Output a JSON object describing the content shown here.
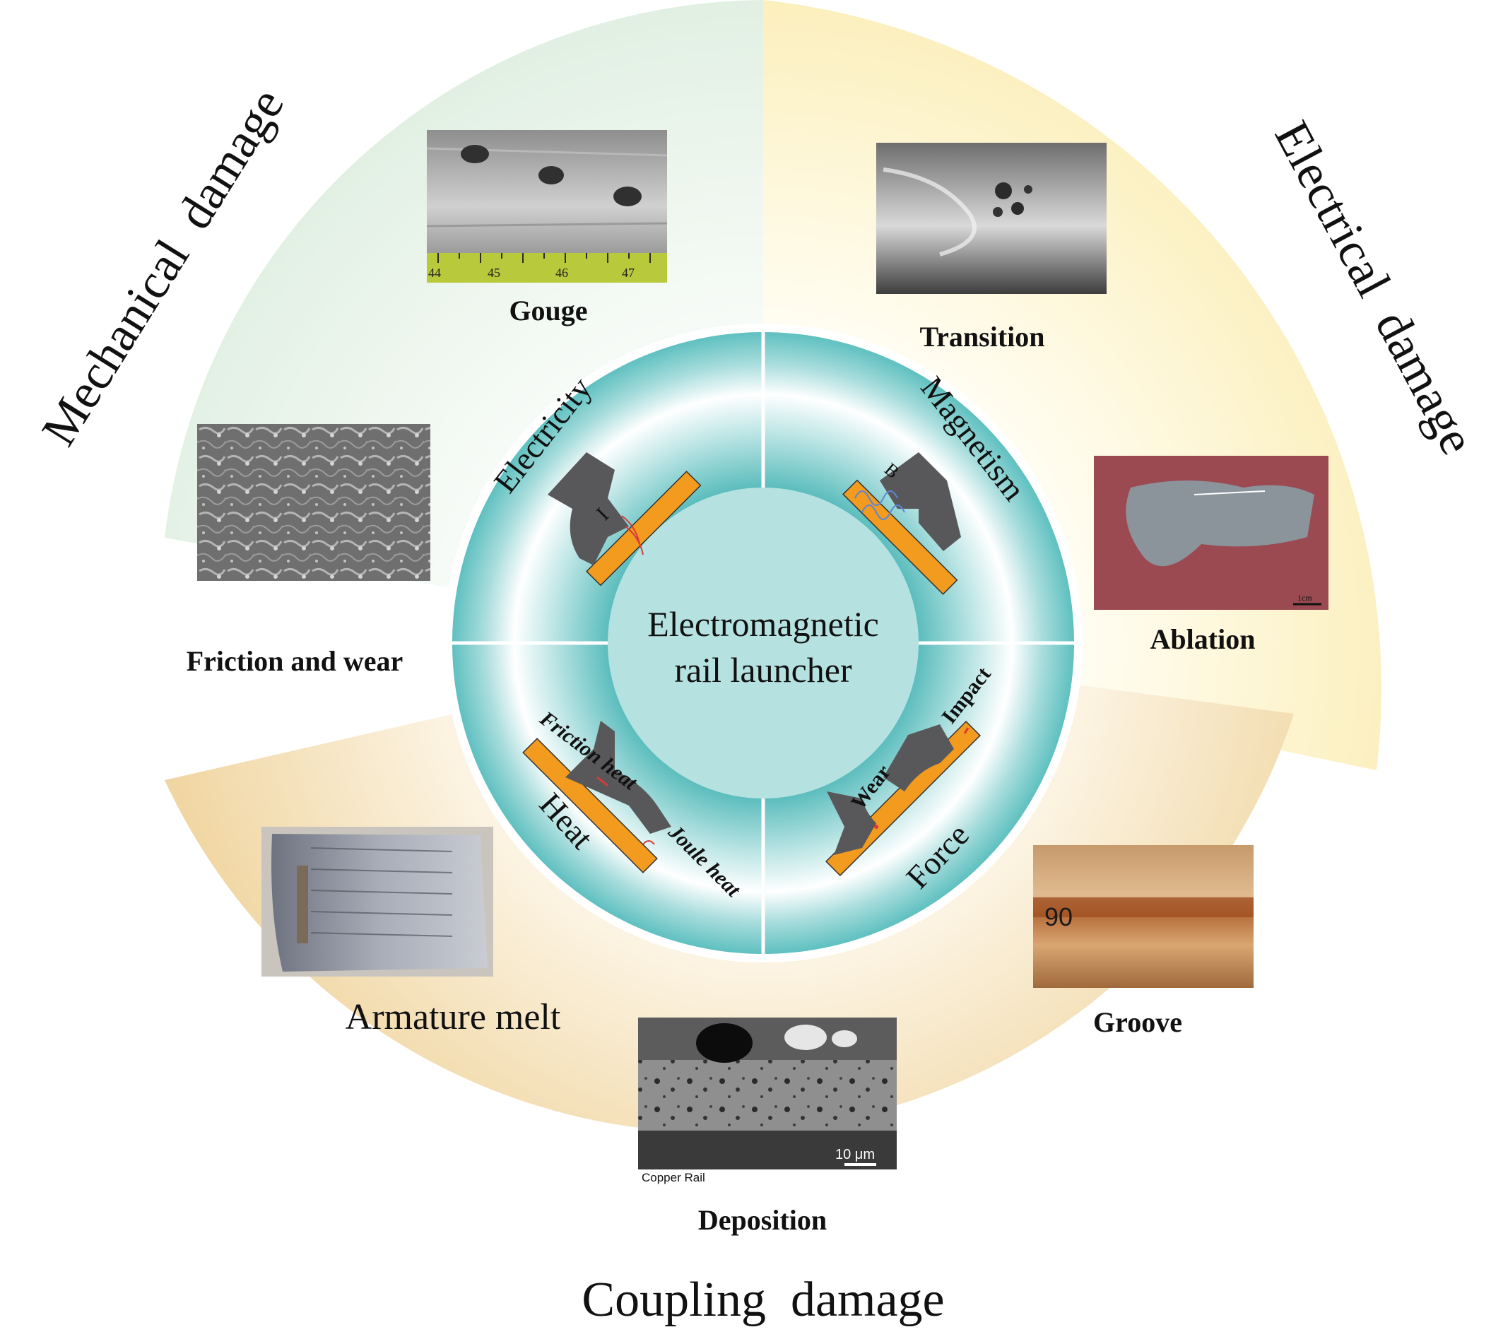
{
  "center": {
    "line1": "Electromagnetic",
    "line2": "rail launcher"
  },
  "quadrants": {
    "electricity": {
      "label": "Electricity",
      "symbol": "I"
    },
    "magnetism": {
      "label": "Magnetism",
      "symbol": "B"
    },
    "heat": {
      "label": "Heat",
      "friction": "Friction heat",
      "joule": "Joule heat"
    },
    "force": {
      "label": "Force",
      "wear": "Wear",
      "impact": "Impact"
    }
  },
  "sectors": {
    "mechanical": {
      "title": "Mechanical  damage",
      "items": [
        {
          "caption": "Gouge",
          "ruler": [
            "44",
            "45",
            "46",
            "47"
          ]
        },
        {
          "caption": "Friction and wear"
        }
      ]
    },
    "electrical": {
      "title": "Electrical  damage",
      "items": [
        {
          "caption": "Transition"
        },
        {
          "caption": "Ablation",
          "scale": "1cm"
        }
      ]
    },
    "coupling": {
      "title": "Coupling  damage",
      "items": [
        {
          "caption": "Armature melt"
        },
        {
          "caption": "Deposition",
          "scale": "10 μm",
          "sublabel": "Copper Rail"
        },
        {
          "caption": "Groove",
          "mark": "90"
        }
      ]
    }
  },
  "colors": {
    "mechanical_bg": "#e3f0e4",
    "electrical_bg": "#fbf0bf",
    "coupling_bg": "#f1d9a5",
    "ring_teal": "#5fc0c0",
    "core": "#b7e3e3",
    "rail": "#f29b1f",
    "armature": "#5a5a5c"
  }
}
